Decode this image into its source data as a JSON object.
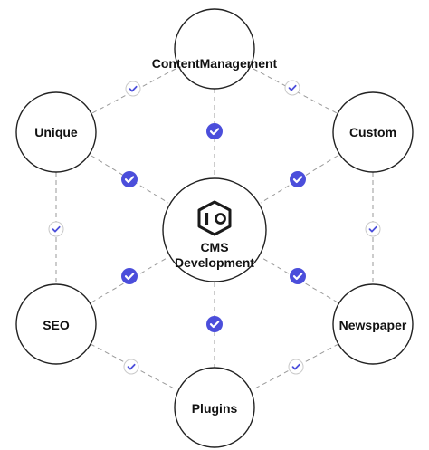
{
  "diagram": {
    "center": {
      "label_line1": "CMS",
      "label_line2": "Development",
      "icon": "logo-hexagon-icon"
    },
    "nodes": {
      "content_management": "ContentManagement",
      "unique": "Unique",
      "custom": "Custom",
      "seo": "SEO",
      "newspaper": "Newspaper",
      "plugins": "Plugins"
    },
    "badge_icon": "check-icon",
    "colors": {
      "accent": "#4B4EDB",
      "line": "#9a9a9a",
      "circle_stroke": "#222222",
      "badge_outline": "#c9c9c9"
    }
  }
}
